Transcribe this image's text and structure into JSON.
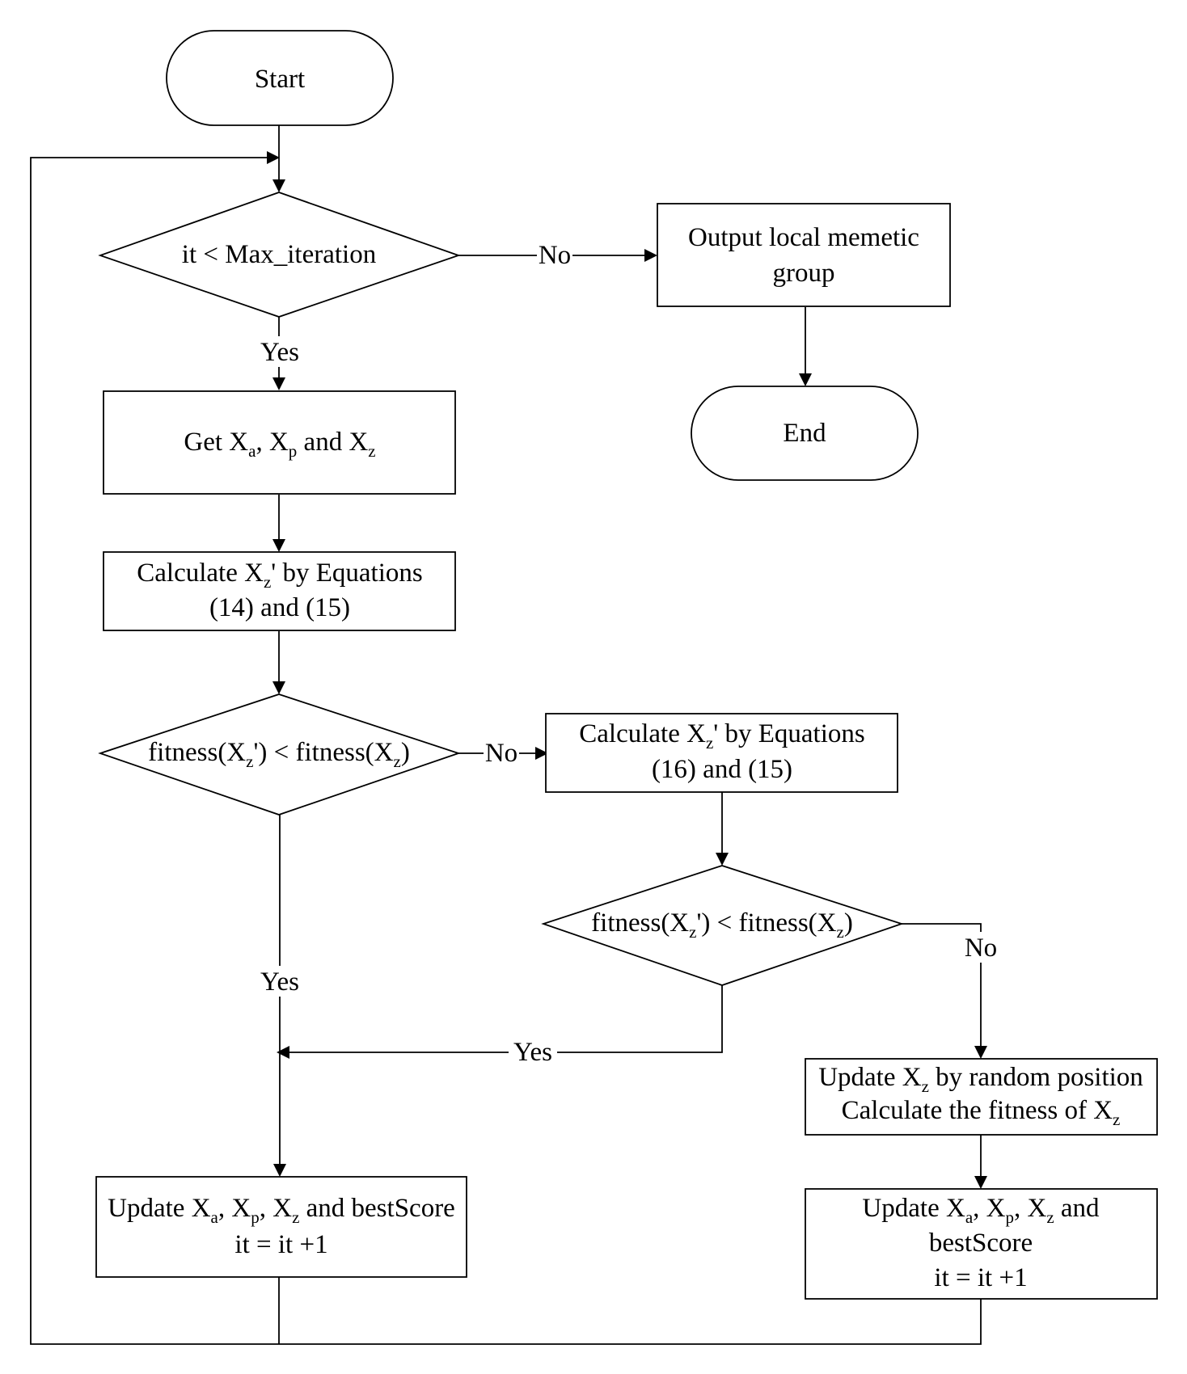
{
  "nodes": {
    "start": "Start",
    "end": "End",
    "cond_iter": "it < Max_iteration",
    "output": {
      "line1": "Output local memetic",
      "line2": "group"
    },
    "get": {
      "t0": "Get X",
      "s_a": "a",
      "t1": ", X",
      "s_p": "p",
      "t2": " and X",
      "s_z": "z"
    },
    "calc1": {
      "t0": "Calculate X",
      "s_z": "z",
      "t1": "' by  Equations",
      "line2": "(14) and (15)"
    },
    "cond_fit1": {
      "t0": "fitness(X",
      "s_z1": "z",
      "t1": "')  < fitness(X",
      "s_z2": "z",
      "t2": ")"
    },
    "calc2": {
      "t0": "Calculate X",
      "s_z": "z",
      "t1": "' by  Equations",
      "line2": "(16) and (15)"
    },
    "cond_fit2": {
      "t0": "fitness(X",
      "s_z1": "z",
      "t1": "')  < fitness(X",
      "s_z2": "z",
      "t2": ")"
    },
    "update_random": {
      "l1_t0": "Update X",
      "l1_s": "z",
      "l1_t1": " by random position",
      "l2_t0": "Calculate the fitness of X",
      "l2_s": "z"
    },
    "update_left": {
      "t0": "Update X",
      "s_a": "a",
      "t1": ", X",
      "s_p": "p",
      "t2": ", X",
      "s_z": "z",
      "t3": " and bestScore",
      "line2": "it = it +1"
    },
    "update_right": {
      "t0": "Update X",
      "s_a": "a",
      "t1": ", X",
      "s_p": "p",
      "t2": ", X",
      "s_z": "z",
      "t3": " and",
      "line2": "bestScore",
      "line3": "it = it +1"
    }
  },
  "edges": {
    "no_iter": "No",
    "yes_iter": "Yes",
    "no_fit1": "No",
    "yes_fit1": "Yes",
    "no_fit2": "No",
    "yes_fit2": "Yes"
  }
}
